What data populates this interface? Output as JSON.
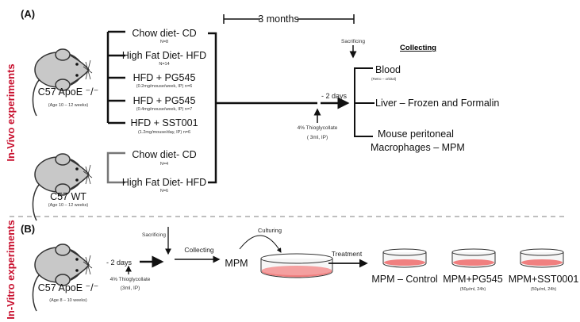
{
  "colors": {
    "accent_red": "#c8102e",
    "mouse_gray": "#c8c8c8",
    "dish_pink": "#f08080",
    "bracket_gray": "#777777",
    "divider": "#aaaaaa"
  },
  "panel_a": {
    "label": "(A)",
    "side_label": "In-Vivo experiments",
    "mouse1": {
      "name": "C57 ApoE ⁻/⁻",
      "age": "(Age 10 – 12 weeks)"
    },
    "mouse2": {
      "name": "C57 WT",
      "age": "(Age 10 – 12 weeks)"
    },
    "groups": [
      {
        "name": "Chow diet- CD",
        "detail": "N=8"
      },
      {
        "name": "High Fat Diet- HFD",
        "detail": "N=14"
      },
      {
        "name": "HFD + PG545",
        "detail": "(0.2mg/mouse/week, IP) n=6"
      },
      {
        "name": "HFD + PG545",
        "detail": "(0.4mg/mouse/week, IP) n=7"
      },
      {
        "name": "HFD + SST001",
        "detail": "(1.2mg/mouse/day, IP) n=6"
      }
    ],
    "wt_groups": [
      {
        "name": "Chow diet- CD",
        "detail": "N=4"
      },
      {
        "name": "High Fat Diet- HFD",
        "detail": "N=6"
      }
    ],
    "duration": "3 months",
    "days": "- 2 days",
    "thio": "4% Thioglycollate",
    "thio_dose": "( 3ml, IP)",
    "sacrificing": "Sacrificing",
    "collecting": "Collecting",
    "samples": {
      "blood": "Blood",
      "blood_detail": "(Retro – orbital)",
      "liver": "Liver – Frozen and Formalin",
      "mpm1": "Mouse peritoneal",
      "mpm2": "Macrophages – MPM"
    }
  },
  "panel_b": {
    "label": "(B)",
    "side_label": "In-Vitro experiments",
    "mouse": {
      "name": "C57 ApoE ⁻/⁻",
      "age": "(Age 8 – 10 weeks)"
    },
    "days": "- 2 days",
    "thio": "4% Thioglycollate",
    "thio_dose": "(3ml, IP)",
    "sacrificing": "Sacrificing",
    "collecting": "Collecting",
    "mpm": "MPM",
    "culturing": "Culturing",
    "treatment": "Treatment",
    "treatments": [
      {
        "name": "MPM – Control",
        "detail": ""
      },
      {
        "name": "MPM+PG545",
        "detail": "(50μ/ml, 24h)"
      },
      {
        "name": "MPM+SST0001",
        "detail": "(50μ/ml, 24h)"
      }
    ]
  }
}
